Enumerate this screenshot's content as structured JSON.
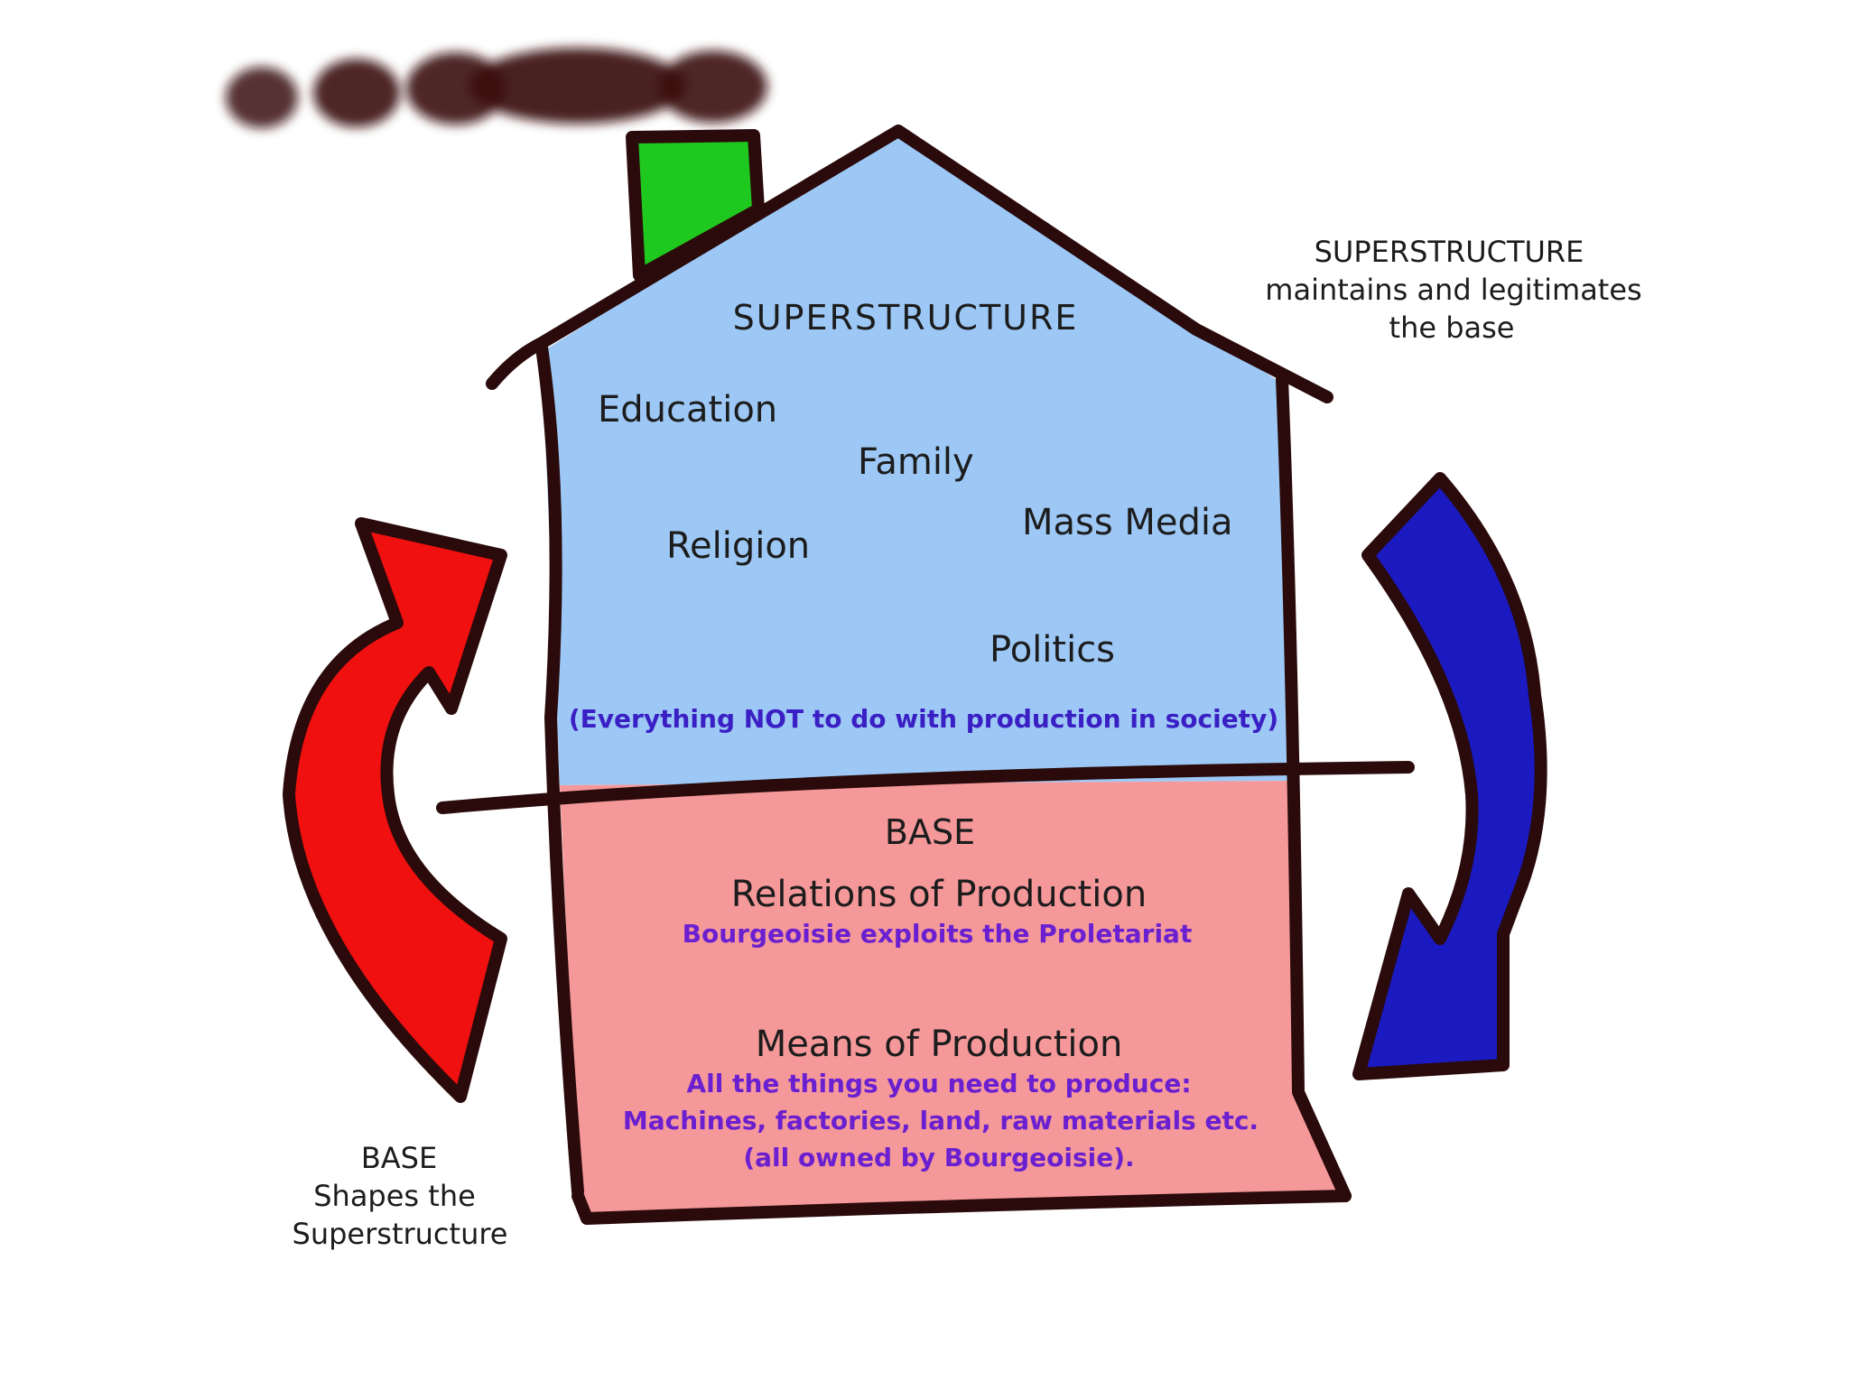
{
  "superstructure": {
    "title": "SUPERSTRUCTURE",
    "institutions": [
      "Education",
      "Family",
      "Mass Media",
      "Religion",
      "Politics"
    ],
    "note": "(Everything NOT to do with production in society)",
    "fill_color": "#9dc8f5"
  },
  "base": {
    "title": "BASE",
    "relations_title": "Relations of Production",
    "relations_note": "Bourgeoisie exploits the Proletariat",
    "means_title": "Means of Production",
    "means_note_lines": [
      "All the things you need to produce:",
      "Machines, factories, land, raw materials etc.",
      "(all owned by Bourgeoisie)."
    ],
    "fill_color": "#f5989a"
  },
  "right_caption": {
    "lines": [
      "SUPERSTRUCTURE",
      "maintains and legitimates",
      "the base"
    ]
  },
  "left_caption": {
    "lines": [
      "BASE",
      "Shapes the",
      "Superstructure"
    ]
  },
  "colors": {
    "outline": "#2a0a0a",
    "chimney": "#1fc81f",
    "smoke": "#3a0e0e",
    "up_arrow": "#f01010",
    "down_arrow": "#1a1ac0"
  }
}
